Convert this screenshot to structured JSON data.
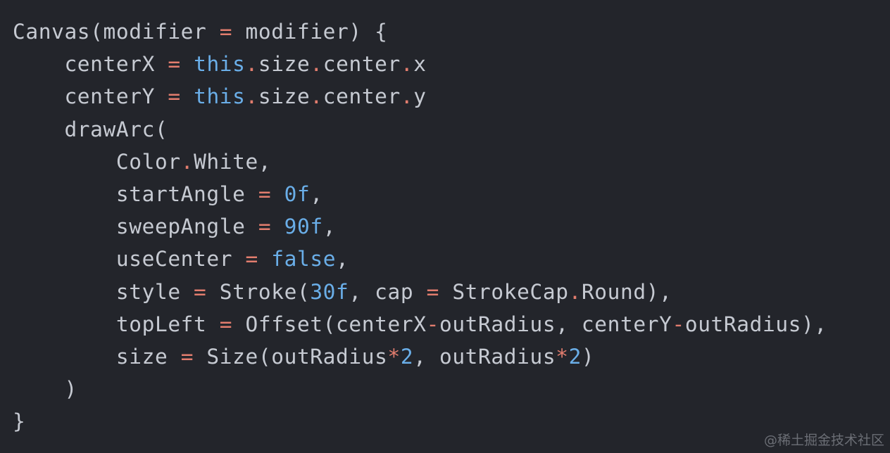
{
  "code": {
    "language": "kotlin",
    "colors": {
      "background": "#23252b",
      "text": "#c6cad2",
      "operator": "#e27d6e",
      "keyword": "#6aaee8",
      "number": "#6aaee8"
    },
    "lines": [
      [
        {
          "t": "Canvas(modifier ",
          "c": ""
        },
        {
          "t": "=",
          "c": "op"
        },
        {
          "t": " modifier) {",
          "c": ""
        }
      ],
      [
        {
          "t": "    centerX ",
          "c": ""
        },
        {
          "t": "=",
          "c": "op"
        },
        {
          "t": " ",
          "c": ""
        },
        {
          "t": "this",
          "c": "kw"
        },
        {
          "t": ".",
          "c": "op"
        },
        {
          "t": "size",
          "c": ""
        },
        {
          "t": ".",
          "c": "op"
        },
        {
          "t": "center",
          "c": ""
        },
        {
          "t": ".",
          "c": "op"
        },
        {
          "t": "x",
          "c": ""
        }
      ],
      [
        {
          "t": "    centerY ",
          "c": ""
        },
        {
          "t": "=",
          "c": "op"
        },
        {
          "t": " ",
          "c": ""
        },
        {
          "t": "this",
          "c": "kw"
        },
        {
          "t": ".",
          "c": "op"
        },
        {
          "t": "size",
          "c": ""
        },
        {
          "t": ".",
          "c": "op"
        },
        {
          "t": "center",
          "c": ""
        },
        {
          "t": ".",
          "c": "op"
        },
        {
          "t": "y",
          "c": ""
        }
      ],
      [
        {
          "t": "    drawArc(",
          "c": ""
        }
      ],
      [
        {
          "t": "        Color",
          "c": ""
        },
        {
          "t": ".",
          "c": "op"
        },
        {
          "t": "White,",
          "c": ""
        }
      ],
      [
        {
          "t": "        startAngle ",
          "c": ""
        },
        {
          "t": "=",
          "c": "op"
        },
        {
          "t": " ",
          "c": ""
        },
        {
          "t": "0f",
          "c": "num"
        },
        {
          "t": ",",
          "c": ""
        }
      ],
      [
        {
          "t": "        sweepAngle ",
          "c": ""
        },
        {
          "t": "=",
          "c": "op"
        },
        {
          "t": " ",
          "c": ""
        },
        {
          "t": "90f",
          "c": "num"
        },
        {
          "t": ",",
          "c": ""
        }
      ],
      [
        {
          "t": "        useCenter ",
          "c": ""
        },
        {
          "t": "=",
          "c": "op"
        },
        {
          "t": " ",
          "c": ""
        },
        {
          "t": "false",
          "c": "kw"
        },
        {
          "t": ",",
          "c": ""
        }
      ],
      [
        {
          "t": "        style ",
          "c": ""
        },
        {
          "t": "=",
          "c": "op"
        },
        {
          "t": " Stroke(",
          "c": ""
        },
        {
          "t": "30f",
          "c": "num"
        },
        {
          "t": ", cap ",
          "c": ""
        },
        {
          "t": "=",
          "c": "op"
        },
        {
          "t": " StrokeCap",
          "c": ""
        },
        {
          "t": ".",
          "c": "op"
        },
        {
          "t": "Round),",
          "c": ""
        }
      ],
      [
        {
          "t": "        topLeft ",
          "c": ""
        },
        {
          "t": "=",
          "c": "op"
        },
        {
          "t": " Offset(centerX",
          "c": ""
        },
        {
          "t": "-",
          "c": "op"
        },
        {
          "t": "outRadius, centerY",
          "c": ""
        },
        {
          "t": "-",
          "c": "op"
        },
        {
          "t": "outRadius),",
          "c": ""
        }
      ],
      [
        {
          "t": "        size ",
          "c": ""
        },
        {
          "t": "=",
          "c": "op"
        },
        {
          "t": " Size(outRadius",
          "c": ""
        },
        {
          "t": "*",
          "c": "op"
        },
        {
          "t": "2",
          "c": "num"
        },
        {
          "t": ", outRadius",
          "c": ""
        },
        {
          "t": "*",
          "c": "op"
        },
        {
          "t": "2",
          "c": "num"
        },
        {
          "t": ")",
          "c": ""
        }
      ],
      [
        {
          "t": "    )",
          "c": ""
        }
      ],
      [
        {
          "t": "}",
          "c": ""
        }
      ]
    ]
  },
  "watermark": "@稀土掘金技术社区"
}
